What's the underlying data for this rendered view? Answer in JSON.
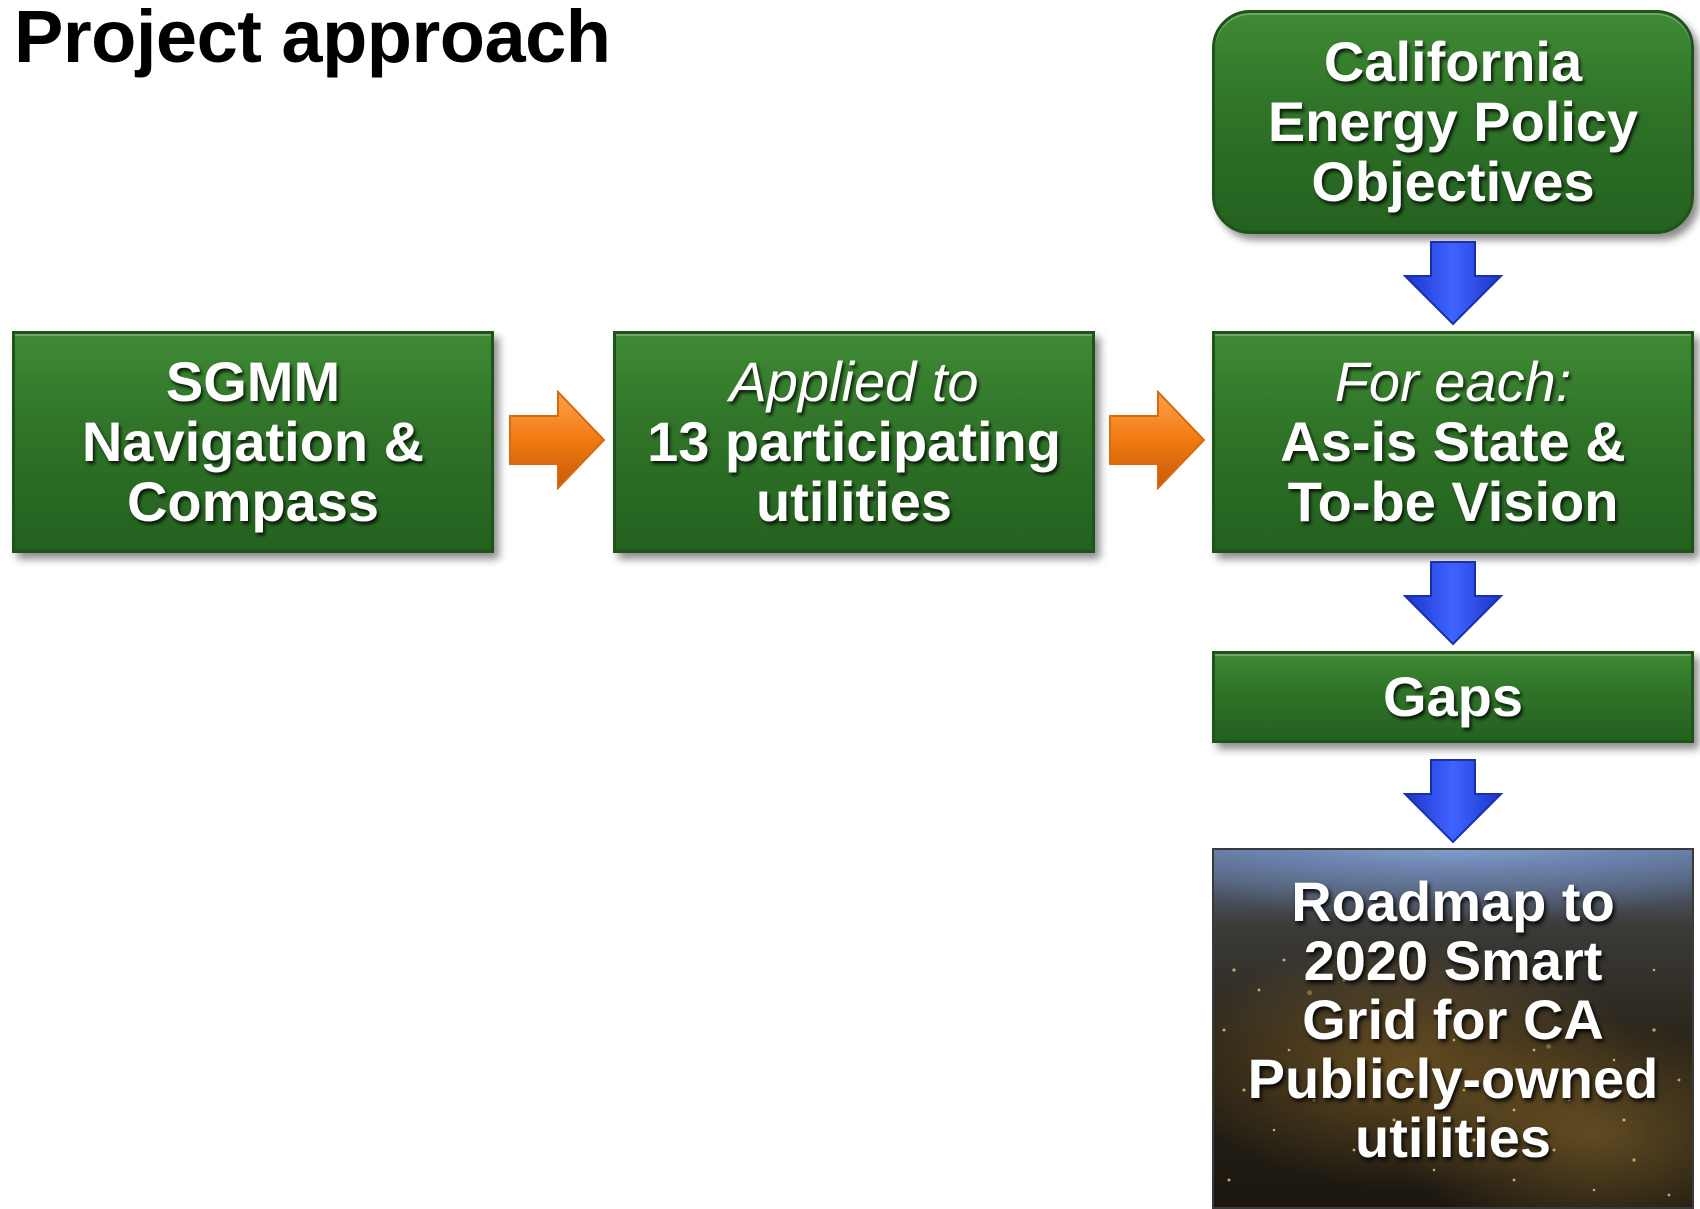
{
  "title": "Project approach",
  "boxes": {
    "sgmm": {
      "lines": [
        "SGMM",
        "Navigation &",
        "Compass"
      ]
    },
    "applied": {
      "italic_line": "Applied to",
      "lines": [
        "13 participating",
        "utilities"
      ]
    },
    "foreach": {
      "italic_line": "For each:",
      "lines": [
        "As-is State &",
        "To-be Vision"
      ]
    },
    "policy": {
      "lines": [
        "California",
        "Energy Policy",
        "Objectives"
      ]
    },
    "gaps": {
      "label": "Gaps"
    },
    "roadmap": {
      "lines": [
        "Roadmap to",
        "2020 Smart",
        "Grid for CA",
        "Publicly-owned",
        "utilities"
      ]
    }
  },
  "colors": {
    "box_green": "#2f7328",
    "arrow_orange": "#f07a12",
    "arrow_blue": "#2a4cf0"
  }
}
